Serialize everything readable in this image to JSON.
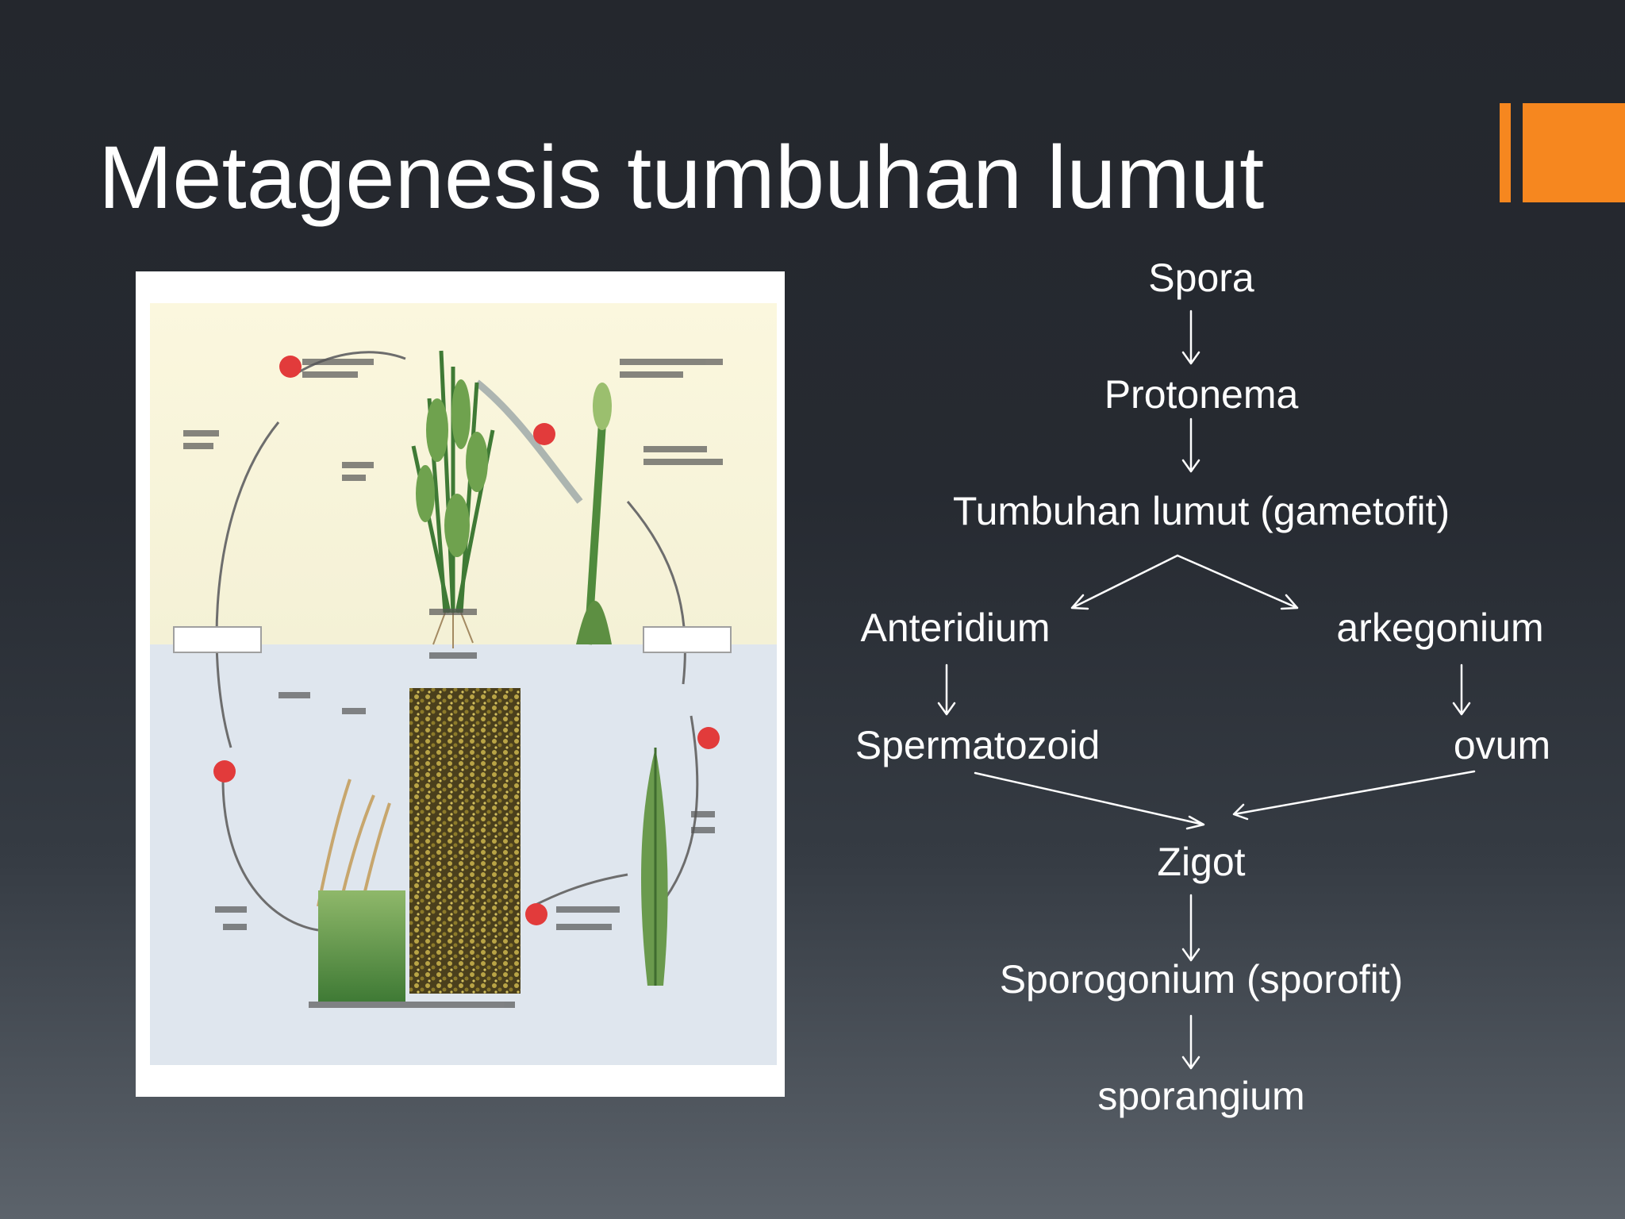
{
  "slide": {
    "title": "Metagenesis tumbuhan lumut",
    "accent_color": "#f6871f",
    "text_color": "#ffffff"
  },
  "figure": {
    "type": "moss life-cycle illustration",
    "icon": "moss-lifecycle-diagram-icon"
  },
  "flow": {
    "spora": "Spora",
    "protonema": "Protonema",
    "gametofit": "Tumbuhan lumut (gametofit)",
    "anteridium": "Anteridium",
    "arkegonium": "arkegonium",
    "spermatozoid": "Spermatozoid",
    "ovum": "ovum",
    "zigot": "Zigot",
    "sporofit": "Sporogonium (sporofit)",
    "sporangium": "sporangium"
  }
}
